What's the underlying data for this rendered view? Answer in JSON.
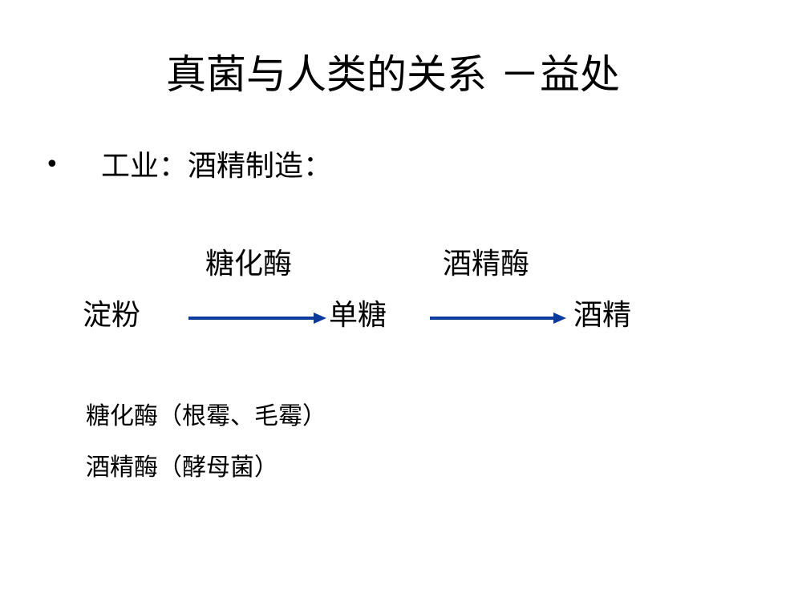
{
  "title": "真菌与人类的关系 －益处",
  "bullet": {
    "marker": "•",
    "text": "工业：酒精制造："
  },
  "process": {
    "enzyme_1": "糖化酶",
    "enzyme_2": "酒精酶",
    "start": "淀粉",
    "middle": "单糖",
    "end": "酒精",
    "arrow_color": "#0b3a9e"
  },
  "notes": [
    "糖化酶（根霉、毛霉）",
    "酒精酶（酵母菌）"
  ]
}
